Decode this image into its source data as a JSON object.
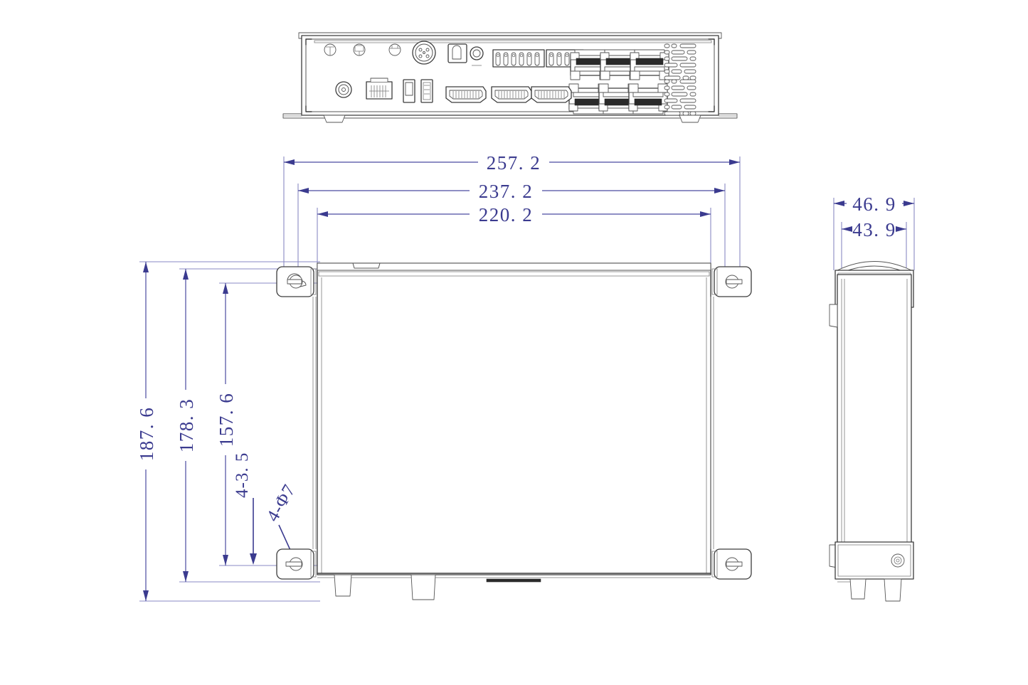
{
  "drawing": {
    "title": "Mechanical Dimension Drawing - Embedded Fanless Computer",
    "units": "mm",
    "line_color": "#3c3c3c",
    "dimension_color": "#3b3b8f",
    "extension_color": "#8a8ac4",
    "background": "#ffffff"
  },
  "views": {
    "front": {
      "name": "front-io-panel-view",
      "label": "",
      "ports": [
        {
          "id": "screw-hole-1",
          "type": "panel-screw-icon"
        },
        {
          "id": "screw-hole-2",
          "type": "panel-screw-icon"
        },
        {
          "id": "screw-hole-3",
          "type": "panel-screw-icon"
        },
        {
          "id": "circular-4pin-power",
          "type": "circular-connector-icon"
        },
        {
          "id": "optical-spdif",
          "type": "optical-port-icon"
        },
        {
          "id": "audio-jack",
          "type": "audio-jack-icon"
        },
        {
          "id": "terminal-block-6pin",
          "type": "terminal-block-icon"
        },
        {
          "id": "terminal-block-4pin",
          "type": "terminal-block-icon"
        },
        {
          "id": "sma-antenna",
          "type": "sma-connector-icon"
        },
        {
          "id": "rj45-console",
          "type": "rj45-icon"
        },
        {
          "id": "usb-port-1",
          "type": "usb-a-icon"
        },
        {
          "id": "usb-port-2",
          "type": "usb-a-icon"
        },
        {
          "id": "hdmi-1",
          "type": "hdmi-icon"
        },
        {
          "id": "hdmi-2",
          "type": "hdmi-icon"
        },
        {
          "id": "hdmi-3",
          "type": "hdmi-icon"
        },
        {
          "id": "lan-1",
          "type": "rj45-icon"
        },
        {
          "id": "lan-2",
          "type": "rj45-icon"
        },
        {
          "id": "lan-3",
          "type": "rj45-icon"
        },
        {
          "id": "lan-4",
          "type": "rj45-icon"
        },
        {
          "id": "lan-5",
          "type": "rj45-icon"
        },
        {
          "id": "lan-6",
          "type": "rj45-icon"
        },
        {
          "id": "vent-grille-left",
          "type": "vent-grille-icon"
        },
        {
          "id": "vent-grille-right",
          "type": "vent-grille-icon"
        }
      ]
    },
    "top": {
      "name": "top-plan-view",
      "label": "",
      "mounting_tabs": 4
    },
    "side": {
      "name": "right-side-view",
      "label": ""
    }
  },
  "dimensions": {
    "horizontal": [
      {
        "id": "overall-width",
        "value": "257. 2"
      },
      {
        "id": "bracket-hole-span",
        "value": "237. 2"
      },
      {
        "id": "chassis-width",
        "value": "220. 2"
      }
    ],
    "vertical": [
      {
        "id": "overall-depth",
        "value": "187. 6"
      },
      {
        "id": "bracket-depth",
        "value": "178. 3"
      },
      {
        "id": "hole-span-depth",
        "value": "157. 6"
      }
    ],
    "side": [
      {
        "id": "overall-height",
        "value": "46. 9"
      },
      {
        "id": "chassis-height",
        "value": "43. 9"
      }
    ],
    "callouts": [
      {
        "id": "hole-slot-callout",
        "value": "4-3. 5"
      },
      {
        "id": "hole-dia-callout",
        "value": "4-Φ7"
      }
    ]
  }
}
